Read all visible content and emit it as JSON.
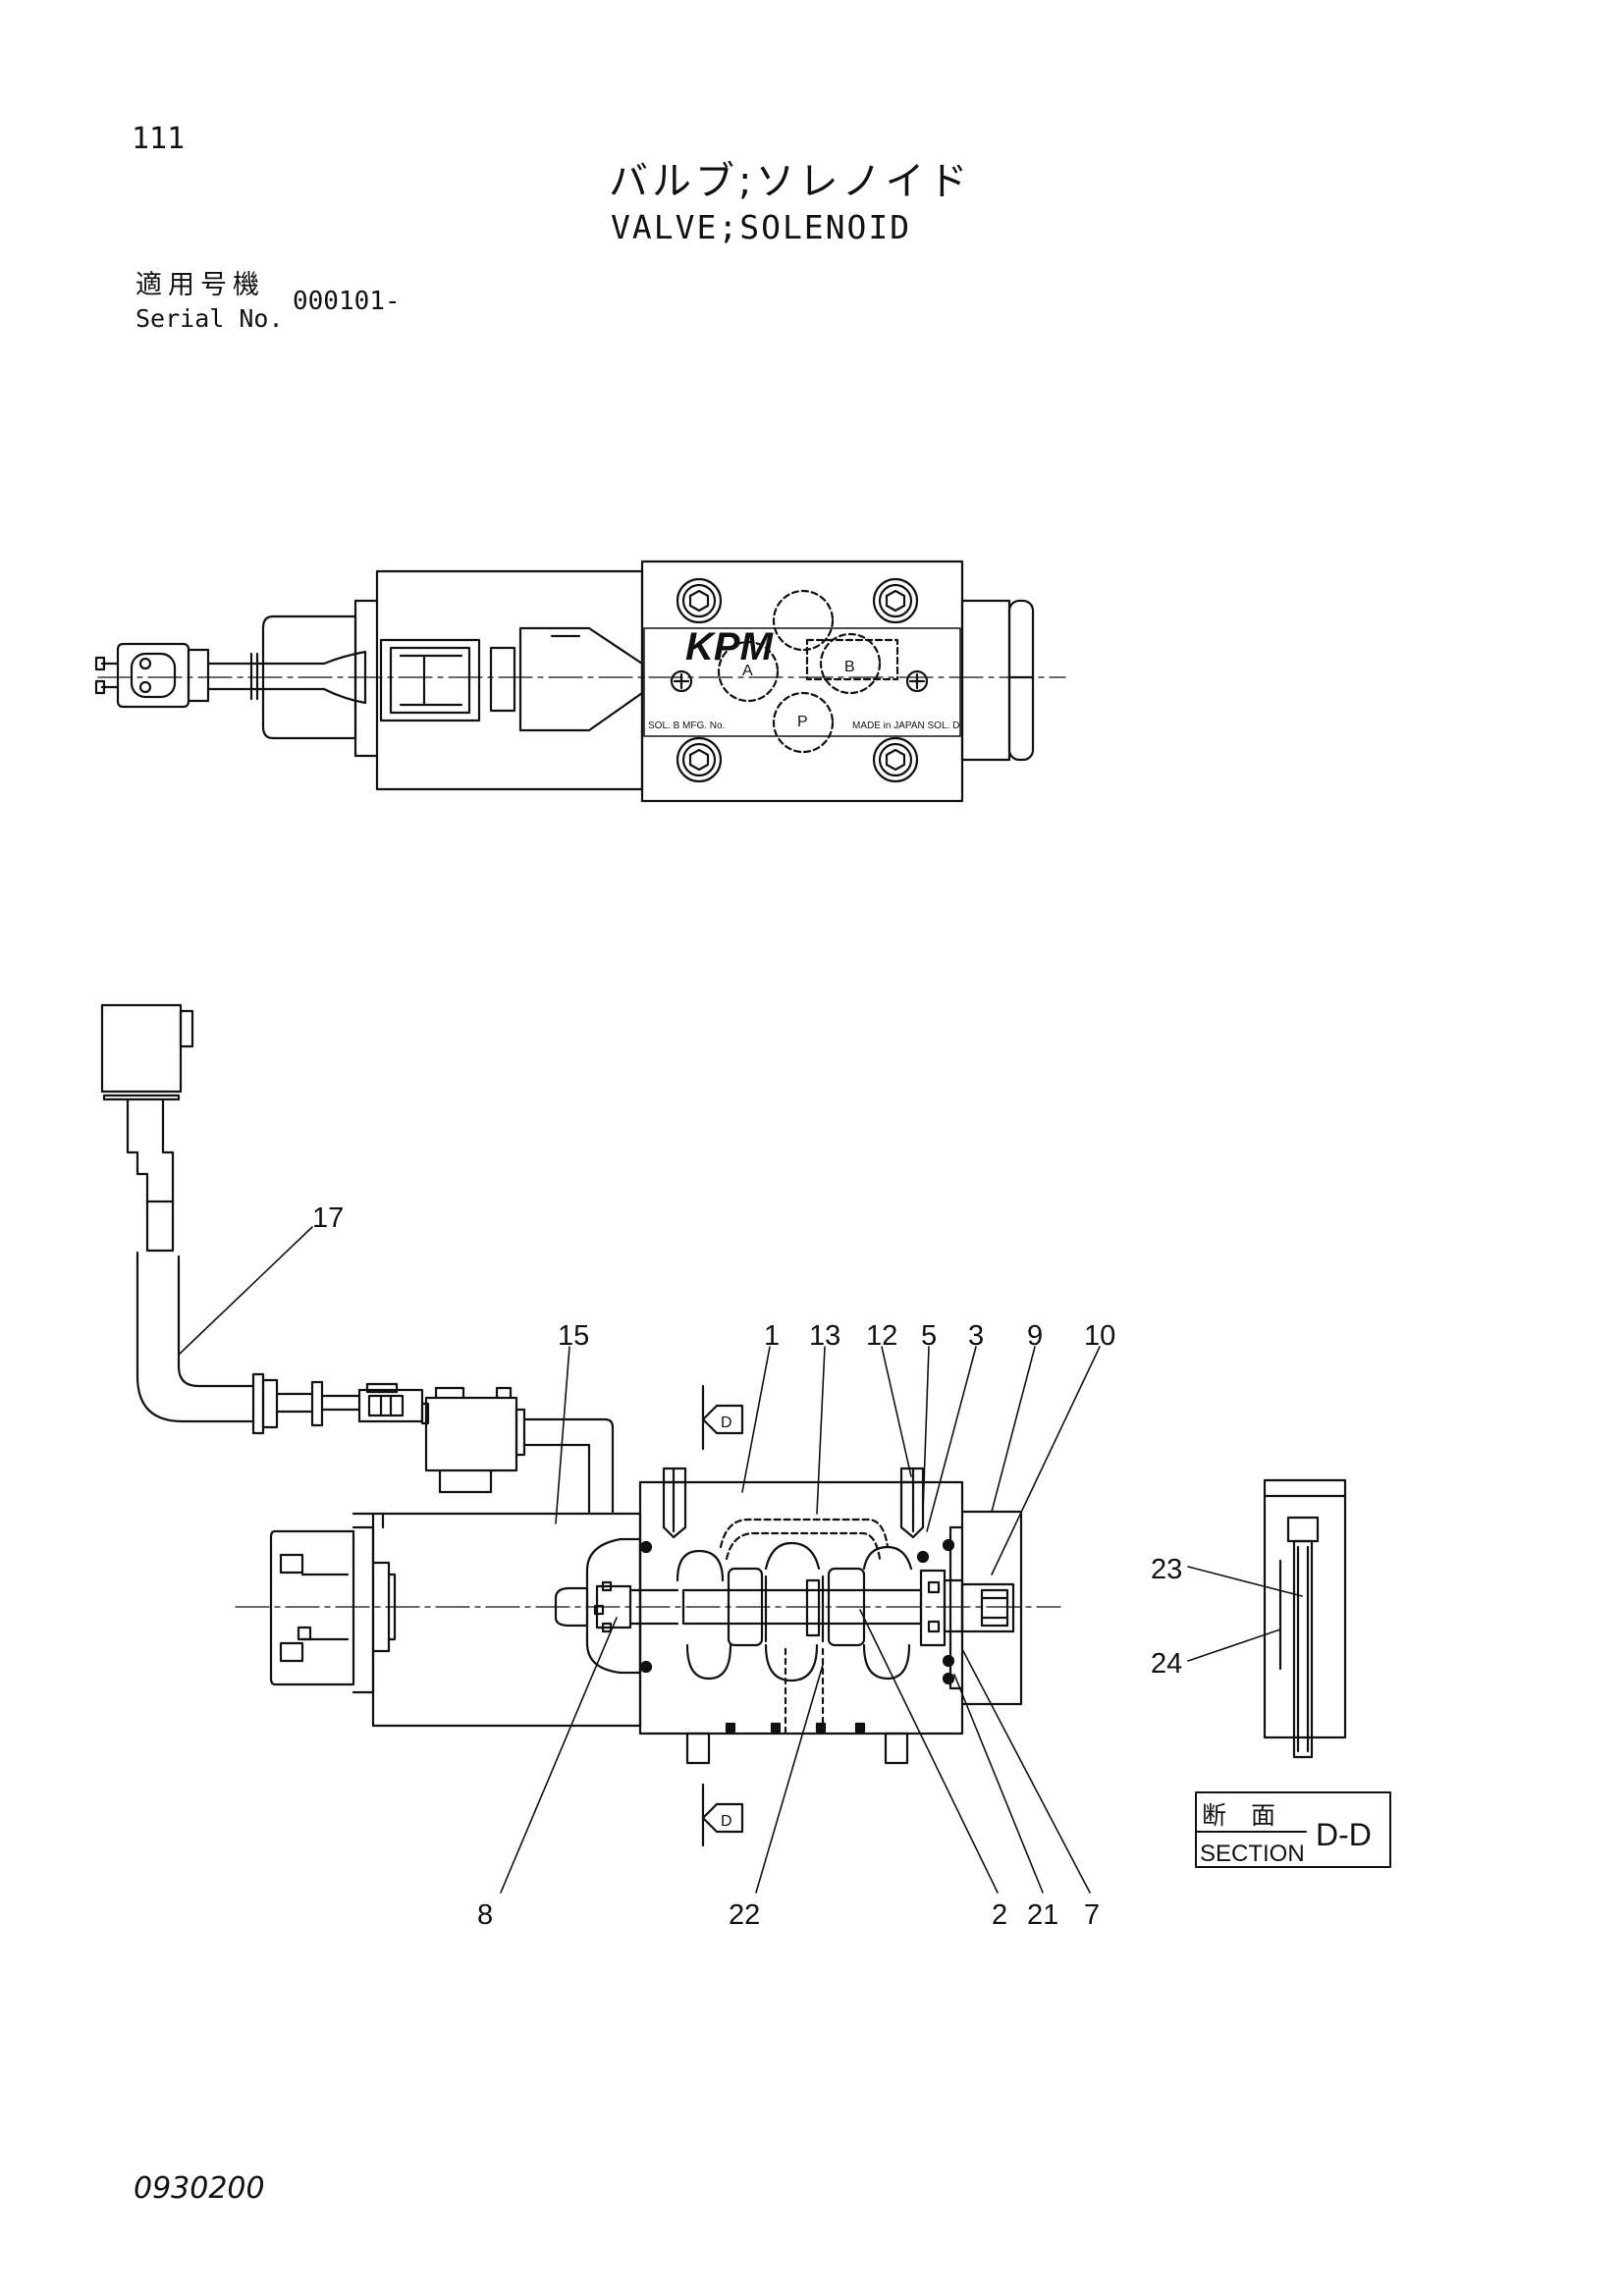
{
  "header": {
    "page_number": "111",
    "title_jp": "バルブ;ソレノイド",
    "title_en": "VALVE;SOLENOID",
    "serial_label_jp": "適用号機",
    "serial_label_en": "Serial No.",
    "serial_value": "000101-"
  },
  "top_view": {
    "brand": "KPM",
    "ports": [
      "A",
      "B",
      "P"
    ],
    "plate_left": "SOL. B   MFG. No.",
    "plate_right": "MADE in JAPAN   SOL. D"
  },
  "section_view": {
    "cut_marker": "D",
    "callouts_top": [
      "17",
      "15",
      "1",
      "13",
      "12",
      "5",
      "3",
      "9",
      "10"
    ],
    "callouts_bottom": [
      "8",
      "22",
      "2",
      "21",
      "7"
    ],
    "callouts_side": [
      "23",
      "24"
    ]
  },
  "section_box": {
    "jp": "断　面",
    "en": "SECTION",
    "id": "D-D"
  },
  "footer": {
    "doc_code": "0930200"
  }
}
